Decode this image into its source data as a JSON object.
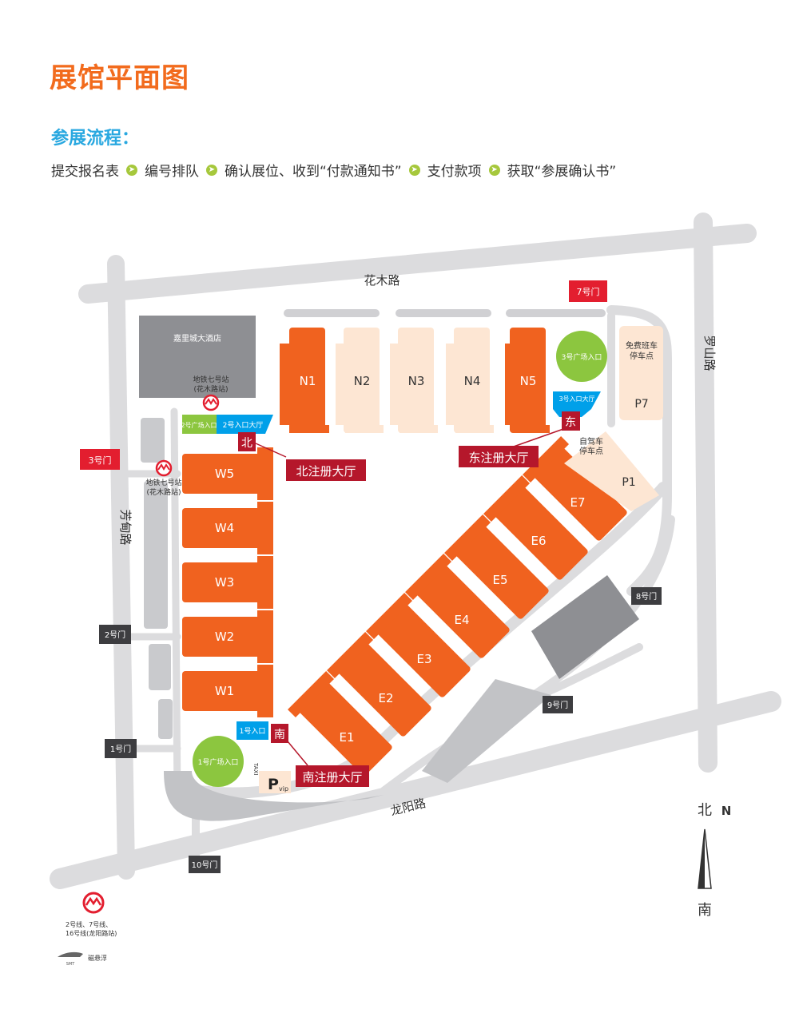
{
  "header": {
    "title": "展馆平面图",
    "process_title": "参展流程：",
    "steps": [
      "提交报名表",
      "编号排队",
      "确认展位、收到“付款通知书”",
      "支付款项",
      "获取“参展确认书”"
    ]
  },
  "map": {
    "roads": {
      "north": "花木路",
      "east": "罗山路",
      "west": "芳甸路",
      "south": "龙阳路"
    },
    "halls": {
      "north": [
        "N1",
        "N2",
        "N3",
        "N4",
        "N5"
      ],
      "west": [
        "W5",
        "W4",
        "W3",
        "W2",
        "W1"
      ],
      "east": [
        "E1",
        "E2",
        "E3",
        "E4",
        "E5",
        "E6",
        "E7"
      ]
    },
    "hotel": "嘉里城大酒店",
    "metro_north": [
      "地铁七号站",
      "(花木路站)"
    ],
    "metro_west": [
      "地铁七号站",
      "(花木路站)"
    ],
    "gates": {
      "g7": "7号门",
      "g3": "3号门",
      "g2": "2号门",
      "g1": "1号门",
      "g8": "8号门",
      "g9": "9号门",
      "g10": "10号门"
    },
    "plazas": {
      "plaza1": "1号广场入口",
      "plaza2": "2号广场入口",
      "plaza3": "3号广场入口"
    },
    "entrances": {
      "e1": "1号入口",
      "e2": "2号入口大厅",
      "e3": "3号入口大厅"
    },
    "registration": {
      "north_char": "北",
      "north_label": "北注册大厅",
      "east_char": "东",
      "east_label": "东注册大厅",
      "south_char": "南",
      "south_label": "南注册大厅"
    },
    "parking": {
      "p7_title": [
        "免费班车",
        "停车点"
      ],
      "p7": "P7",
      "p1_title": [
        "自驾车",
        "停车点"
      ],
      "p1": "P1",
      "vip_p": "P",
      "vip_text": "vip",
      "taxi": "TAXI"
    },
    "compass": {
      "north_cn": "北",
      "north_en": "N",
      "south_cn": "南"
    },
    "legend": {
      "metro_lines": [
        "2号线、7号线、",
        "16号线(龙阳路站)"
      ],
      "maglev": "磁悬浮",
      "maglev_logo": "SMT"
    }
  },
  "colors": {
    "orange": "#f0621f",
    "light_peach": "#fde6d3",
    "road_grey": "#dcdcde",
    "dark_grey": "#8e8f93",
    "red": "#e31e2f",
    "dark_red": "#b5172b",
    "green": "#8cc63f",
    "blue": "#00a0e9",
    "title_orange": "#f26b1d",
    "title_blue": "#29a8e0"
  }
}
